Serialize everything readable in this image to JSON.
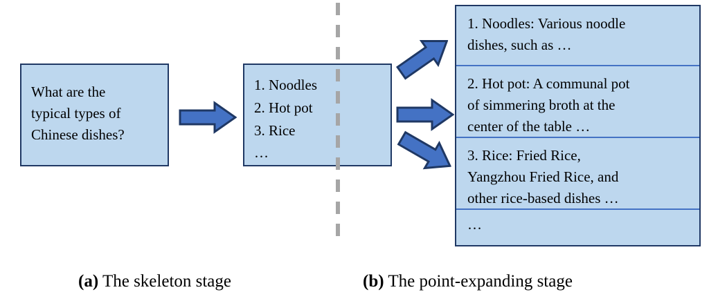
{
  "figure": {
    "question_box": {
      "text": "What are the\ntypical types of\nChinese dishes?"
    },
    "skeleton_box": {
      "text": "1. Noodles\n2. Hot pot\n3. Rice",
      "ellipsis": "…"
    },
    "expand_panel": {
      "cells": [
        {
          "text": "1. Noodles: Various noodle\ndishes, such as …"
        },
        {
          "text": "2. Hot pot: A communal pot\nof simmering broth at the\ncenter of the table …"
        },
        {
          "text": "3. Rice: Fried Rice,\nYangzhou Fried Rice, and\nother rice-based dishes …"
        },
        {
          "text": "…"
        }
      ]
    },
    "arrows": [
      {
        "name": "question-to-skeleton",
        "direction": "right"
      },
      {
        "name": "skeleton-to-point-1",
        "direction": "up-right"
      },
      {
        "name": "skeleton-to-point-2",
        "direction": "right"
      },
      {
        "name": "skeleton-to-point-3",
        "direction": "down-right"
      }
    ],
    "divider": {
      "style": "dashed-vertical"
    },
    "captions": {
      "a": {
        "tag": "(a)",
        "text": " The skeleton stage"
      },
      "b": {
        "tag": "(b)",
        "text": " The point-expanding stage"
      }
    },
    "colors": {
      "box_fill": "#bdd7ee",
      "box_border": "#1f3864",
      "cell_divider": "#4472c4",
      "arrow_fill": "#4472c4",
      "arrow_stroke": "#1f3864",
      "divider_line": "#a6a6a6",
      "text": "#000000",
      "background": "#ffffff"
    }
  }
}
